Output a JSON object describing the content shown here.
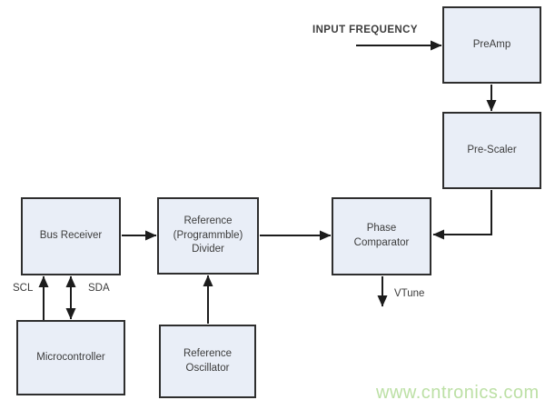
{
  "nodes": {
    "preamp": {
      "label": "PreAmp"
    },
    "pre_scaler": {
      "label": "Pre-Scaler"
    },
    "phase_comparator": {
      "label": "Phase\nComparator"
    },
    "bus_receiver": {
      "label": "Bus Receiver"
    },
    "reference_divider": {
      "label": "Reference\n(Programmble)\nDivider"
    },
    "microcontroller": {
      "label": "Microcontroller"
    },
    "reference_oscillator": {
      "label": "Reference\nOscillator"
    }
  },
  "labels": {
    "input_frequency": "INPUT FREQUENCY",
    "scl": "SCL",
    "sda": "SDA",
    "vtune": "VTune"
  },
  "edges": [
    {
      "from": "input_frequency",
      "to": "preamp",
      "direction": "right"
    },
    {
      "from": "preamp",
      "to": "pre_scaler",
      "direction": "down"
    },
    {
      "from": "pre_scaler",
      "to": "phase_comparator",
      "direction": "down-then-left"
    },
    {
      "from": "bus_receiver",
      "to": "reference_divider",
      "direction": "right"
    },
    {
      "from": "reference_divider",
      "to": "phase_comparator",
      "direction": "right"
    },
    {
      "from": "reference_oscillator",
      "to": "reference_divider",
      "direction": "up"
    },
    {
      "from": "microcontroller",
      "to": "bus_receiver",
      "label": "SCL",
      "direction": "up"
    },
    {
      "from": "microcontroller",
      "to": "bus_receiver",
      "label": "SDA",
      "direction": "both"
    },
    {
      "from": "phase_comparator",
      "to": "VTune",
      "direction": "down"
    }
  ],
  "watermark": "www.cntronics.com",
  "colors": {
    "background": "#ffffff",
    "box-fill": "#e9eef7",
    "box-border": "#2e2e2e",
    "line": "#1c1c1c",
    "text": "#3c3c3c",
    "label-text": "#3c3c3c",
    "watermark": "#bce0a5"
  }
}
